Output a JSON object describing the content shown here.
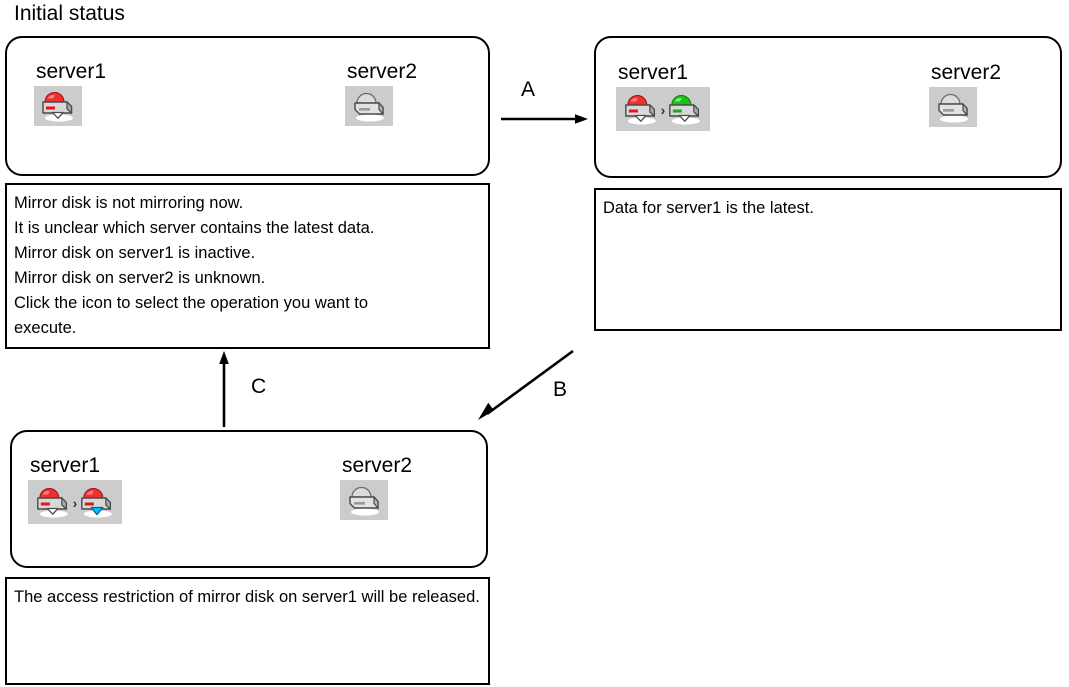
{
  "page": {
    "title": "Initial status"
  },
  "nodes": {
    "initial": {
      "servers": [
        {
          "name": "server1",
          "icon": "mirror-disk-inactive-red-icon",
          "state": "inactive-red"
        },
        {
          "name": "server2",
          "icon": "mirror-disk-unknown-gray-icon",
          "state": "unknown-gray"
        }
      ],
      "description": [
        "Mirror disk is not mirroring now.",
        "It is unclear which server contains the latest data.",
        "Mirror disk on server1 is inactive.",
        "Mirror disk on server2 is unknown.",
        "Click the icon to select the operation you want to",
        "execute."
      ]
    },
    "result_a": {
      "servers": [
        {
          "name": "server1",
          "icon": "mirror-disk-red-to-green-icon",
          "state": "red-to-green"
        },
        {
          "name": "server2",
          "icon": "mirror-disk-unknown-gray-icon",
          "state": "unknown-gray"
        }
      ],
      "description": [
        "Data for server1 is the latest."
      ]
    },
    "result_b": {
      "servers": [
        {
          "name": "server1",
          "icon": "mirror-disk-red-to-access-released-icon",
          "state": "red-to-access-released"
        },
        {
          "name": "server2",
          "icon": "mirror-disk-unknown-gray-icon",
          "state": "unknown-gray"
        }
      ],
      "description": [
        "The access restriction of mirror disk on server1 will be released."
      ]
    }
  },
  "arrows": [
    {
      "id": "A",
      "label": "A",
      "direction": "right",
      "from": "initial",
      "to": "result_a"
    },
    {
      "id": "B",
      "label": "B",
      "direction": "down-left",
      "from": "initial",
      "to": "result_b"
    },
    {
      "id": "C",
      "label": "C",
      "direction": "up",
      "from": "result_b",
      "to": "initial"
    }
  ],
  "colors": {
    "status_red": "#f03030",
    "status_green": "#18c318",
    "status_gray": "#c8c8c8",
    "access_blue": "#00c8ff",
    "plate_background": "#cccccc",
    "border": "#000000",
    "background": "#ffffff"
  }
}
